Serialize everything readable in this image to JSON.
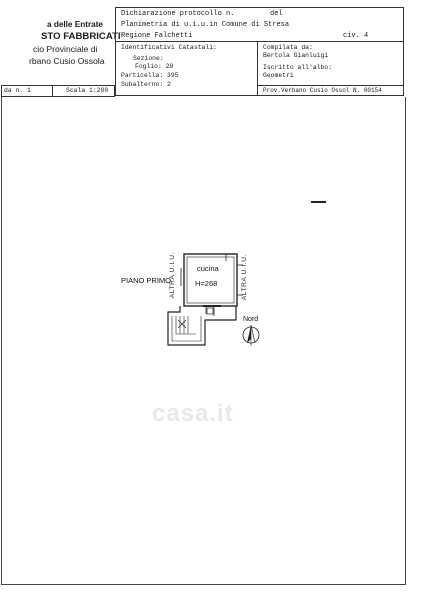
{
  "office": {
    "line1": "a delle Entrate",
    "line2": "STO FABBRICATI",
    "line3": "cio Provinciale di",
    "line4": "rbano Cusio Ossola"
  },
  "header": {
    "dichiarazione": "Dichiarazione protocollo n.",
    "del": "del",
    "planimetria": "Planimetria di u.i.u.in Comune di Stresa",
    "regione": "Regione Falchetti",
    "civ": "civ. 4",
    "identificativi": "Identificativi Catastali:",
    "sezione": "Sezione:",
    "foglio": "Foglio: 29",
    "particella": "Particella: 395",
    "subalterno": "Subalterno: 2",
    "compilata": "Compilata da:",
    "compilatore": "Bertola Gianluigi",
    "iscritto": "Iscritto all'albo:",
    "albo": "Geometri",
    "prov": "Prov.Verbano Cusio Ossol  N. 00154",
    "foglio_n": "da n. 1",
    "scala": "Scala 1:200"
  },
  "plan": {
    "room": "cucina",
    "height": "H=268",
    "floor": "PIANO PRIMO",
    "other_left": "ALTRA U.I.U.",
    "other_right": "ALTRA U.I.U.",
    "north": "Nord"
  },
  "watermark": "casa.it"
}
